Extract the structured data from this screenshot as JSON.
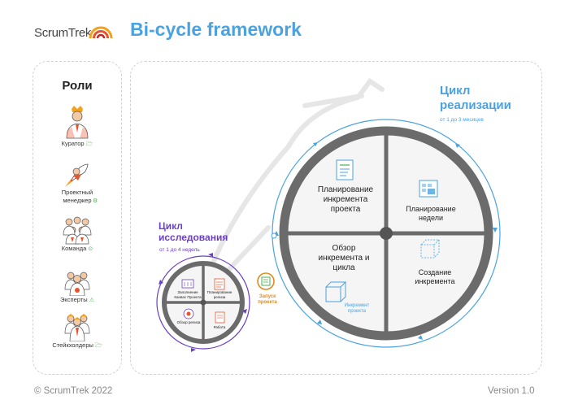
{
  "header": {
    "logo_text": "ScrumTrek",
    "title": "Bi-cycle framework"
  },
  "roles": {
    "title": "Роли",
    "items": [
      {
        "label": "Куратор",
        "icon": "curator-icon",
        "mark": "🗁"
      },
      {
        "label": "Проектный менеджер",
        "icon": "rocket-manager-icon",
        "mark": "⚙"
      },
      {
        "label": "Команда",
        "icon": "team-icon",
        "mark": "⊙"
      },
      {
        "label": "Эксперты",
        "icon": "experts-icon",
        "mark": "⚠"
      },
      {
        "label": "Стейкхолдеры",
        "icon": "stakeholders-icon",
        "mark": "🗁"
      }
    ]
  },
  "realization": {
    "title_line1": "Цикл",
    "title_line2": "реализации",
    "subtitle": "от 1 до 3 месяцев",
    "sectors": {
      "planning_increment": "Планирование инкремента проекта",
      "planning_week": "Планирование недели",
      "review": "Обзор инкремента и цикла",
      "creation": "Создание инкремента",
      "increment_label": "Инкремент проекта"
    }
  },
  "research": {
    "title_line1": "Цикл",
    "title_line2": "исследования",
    "subtitle": "от 1 до 4 недель",
    "sectors": {
      "canvas": "Заполнение Канвас Проекта",
      "planning": "Планирование релиза",
      "review": "Обзор релиза",
      "work": "Работа"
    }
  },
  "launch": {
    "label": "Запуск проекта"
  },
  "footer": {
    "copyright": "© ScrumTrek 2022",
    "version": "Version 1.0"
  },
  "colors": {
    "accent_blue": "#4aa3e0",
    "accent_purple": "#6a3fc6",
    "launch_orange": "#e08a1e",
    "wheel_gray": "#6b6b6b",
    "sector_bg": "#f4f4f4"
  }
}
